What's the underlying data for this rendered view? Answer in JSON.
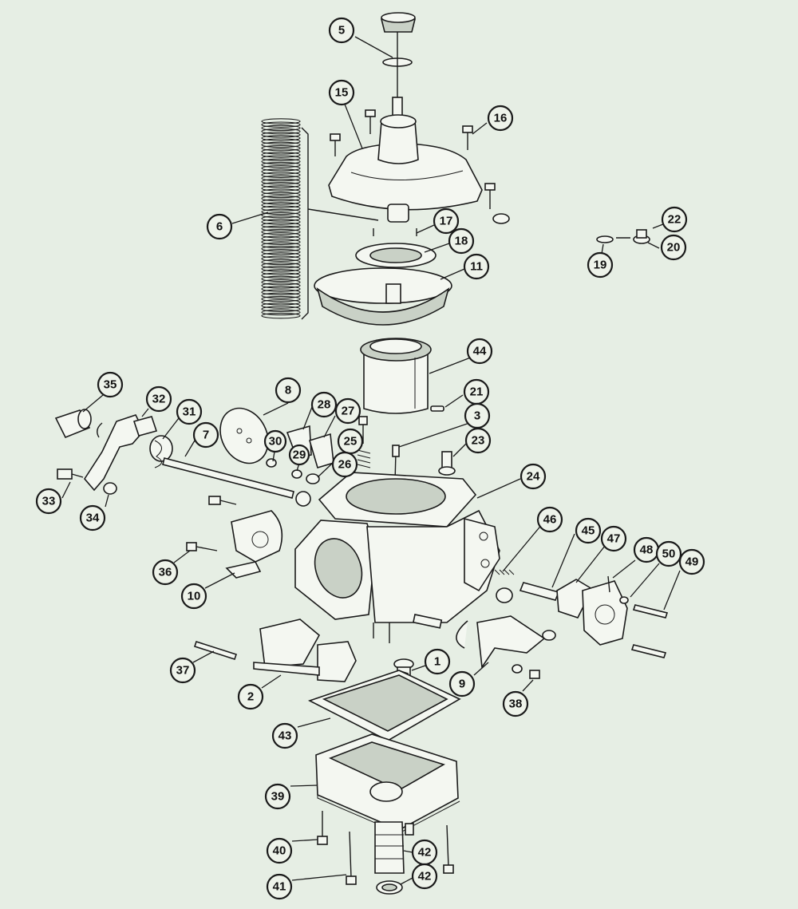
{
  "colors": {
    "background": "#e6eee4",
    "ink": "#1a1a1a",
    "callout_fill": "#eef3ea"
  },
  "callouts": [
    {
      "key": "c5",
      "label": "5"
    },
    {
      "key": "c15",
      "label": "15"
    },
    {
      "key": "c16",
      "label": "16"
    },
    {
      "key": "c6",
      "label": "6"
    },
    {
      "key": "c17",
      "label": "17"
    },
    {
      "key": "c18",
      "label": "18"
    },
    {
      "key": "c11",
      "label": "11"
    },
    {
      "key": "c22",
      "label": "22"
    },
    {
      "key": "c20",
      "label": "20"
    },
    {
      "key": "c19",
      "label": "19"
    },
    {
      "key": "c44",
      "label": "44"
    },
    {
      "key": "c35",
      "label": "35"
    },
    {
      "key": "c8",
      "label": "8"
    },
    {
      "key": "c21",
      "label": "21"
    },
    {
      "key": "c32",
      "label": "32"
    },
    {
      "key": "c31",
      "label": "31"
    },
    {
      "key": "c28",
      "label": "28"
    },
    {
      "key": "c27",
      "label": "27"
    },
    {
      "key": "c3",
      "label": "3"
    },
    {
      "key": "c7",
      "label": "7"
    },
    {
      "key": "c30",
      "label": "30"
    },
    {
      "key": "c25",
      "label": "25"
    },
    {
      "key": "c23",
      "label": "23"
    },
    {
      "key": "c29",
      "label": "29"
    },
    {
      "key": "c26",
      "label": "26"
    },
    {
      "key": "c24",
      "label": "24"
    },
    {
      "key": "c33",
      "label": "33"
    },
    {
      "key": "c34",
      "label": "34"
    },
    {
      "key": "c46",
      "label": "46"
    },
    {
      "key": "c45",
      "label": "45"
    },
    {
      "key": "c47",
      "label": "47"
    },
    {
      "key": "c48",
      "label": "48"
    },
    {
      "key": "c50",
      "label": "50"
    },
    {
      "key": "c49",
      "label": "49"
    },
    {
      "key": "c36",
      "label": "36"
    },
    {
      "key": "c10",
      "label": "10"
    },
    {
      "key": "c1",
      "label": "1"
    },
    {
      "key": "c37",
      "label": "37"
    },
    {
      "key": "c9",
      "label": "9"
    },
    {
      "key": "c2",
      "label": "2"
    },
    {
      "key": "c38",
      "label": "38"
    },
    {
      "key": "c43",
      "label": "43"
    },
    {
      "key": "c39",
      "label": "39"
    },
    {
      "key": "c40",
      "label": "40"
    },
    {
      "key": "c42a",
      "label": "42"
    },
    {
      "key": "c41",
      "label": "41"
    },
    {
      "key": "c42b",
      "label": "42"
    }
  ]
}
